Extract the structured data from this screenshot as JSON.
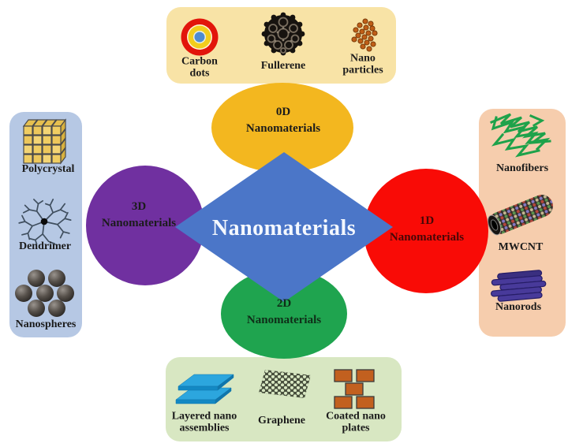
{
  "figure": {
    "title": "Nanomaterials"
  },
  "colors": {
    "background": "#FFFFFF",
    "diamond": "#4B76C8",
    "diamond_text": "#F4F8FE",
    "ellipse_0d": "#F3B71F",
    "ellipse_1d": "#F90B06",
    "ellipse_2d": "#1FA44F",
    "ellipse_3d": "#7030A0",
    "panel_top": "#F8E3A6",
    "panel_left": "#B6C8E4",
    "panel_right": "#F6CDAD",
    "panel_bottom": "#D8E7C2",
    "label_dark": "#1B1B1B",
    "label_on_red": "#470707",
    "label_on_green": "#0F2D18"
  },
  "center": {
    "label": "Nanomaterials"
  },
  "nodes": {
    "d0": {
      "line1": "0D",
      "line2": "Nanomaterials"
    },
    "d1": {
      "line1": "1D",
      "line2": "Nanomaterials"
    },
    "d2": {
      "line1": "2D",
      "line2": "Nanomaterials"
    },
    "d3": {
      "line1": "3D",
      "line2": "Nanomaterials"
    }
  },
  "panels": {
    "top": {
      "items": [
        {
          "icon": "carbon-dots-icon",
          "lines": [
            "Carbon",
            "dots"
          ]
        },
        {
          "icon": "fullerene-icon",
          "lines": [
            "Fullerene"
          ]
        },
        {
          "icon": "nano-particles-icon",
          "lines": [
            "Nano",
            "particles"
          ]
        }
      ]
    },
    "right": {
      "items": [
        {
          "icon": "nanofibers-icon",
          "lines": [
            "Nanofibers"
          ]
        },
        {
          "icon": "mwcnt-icon",
          "lines": [
            "MWCNT"
          ]
        },
        {
          "icon": "nanorods-icon",
          "lines": [
            "Nanorods"
          ]
        }
      ]
    },
    "left": {
      "items": [
        {
          "icon": "polycrystal-icon",
          "lines": [
            "Polycrystal"
          ]
        },
        {
          "icon": "dendrimer-icon",
          "lines": [
            "Dendrimer"
          ]
        },
        {
          "icon": "nanospheres-icon",
          "lines": [
            "Nanospheres"
          ]
        }
      ]
    },
    "bottom": {
      "items": [
        {
          "icon": "layered-nano-assemblies-icon",
          "lines": [
            "Layered nano",
            "assemblies"
          ]
        },
        {
          "icon": "graphene-icon",
          "lines": [
            "Graphene"
          ]
        },
        {
          "icon": "coated-nano-plates-icon",
          "lines": [
            "Coated nano",
            "plates"
          ]
        }
      ]
    }
  }
}
